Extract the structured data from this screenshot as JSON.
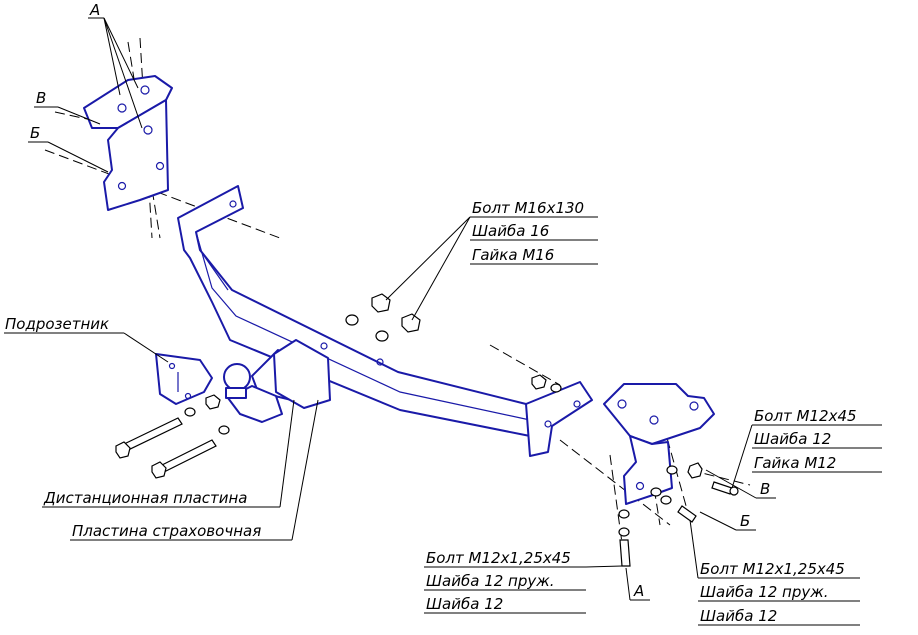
{
  "parts": {
    "bolt_m16_group": [
      "Болт М16х130",
      "Шайба 16",
      "Гайка М16"
    ],
    "socket_bracket": "Подрозетник",
    "spacer_plate": "Дистанционная пластина",
    "safety_plate": "Пластина страховочная",
    "bolt_m12x45_group": [
      "Болт М12х45",
      "Шайба 12",
      "Гайка М12"
    ],
    "bolt_m12x125_left_group": [
      "Болт М12х1,25х45",
      "Шайба 12 пруж.",
      "Шайба 12"
    ],
    "bolt_m12x125_right_group": [
      "Болт М12х1,25х45",
      "Шайба 12 пруж.",
      "Шайба 12"
    ]
  },
  "markers": {
    "a_top": "А",
    "v_left": "В",
    "b_left": "Б",
    "v_right": "В",
    "b_right": "Б",
    "a_bottom": "А"
  },
  "colors": {
    "part_outline": "#1a1aa8",
    "line": "#000000"
  }
}
